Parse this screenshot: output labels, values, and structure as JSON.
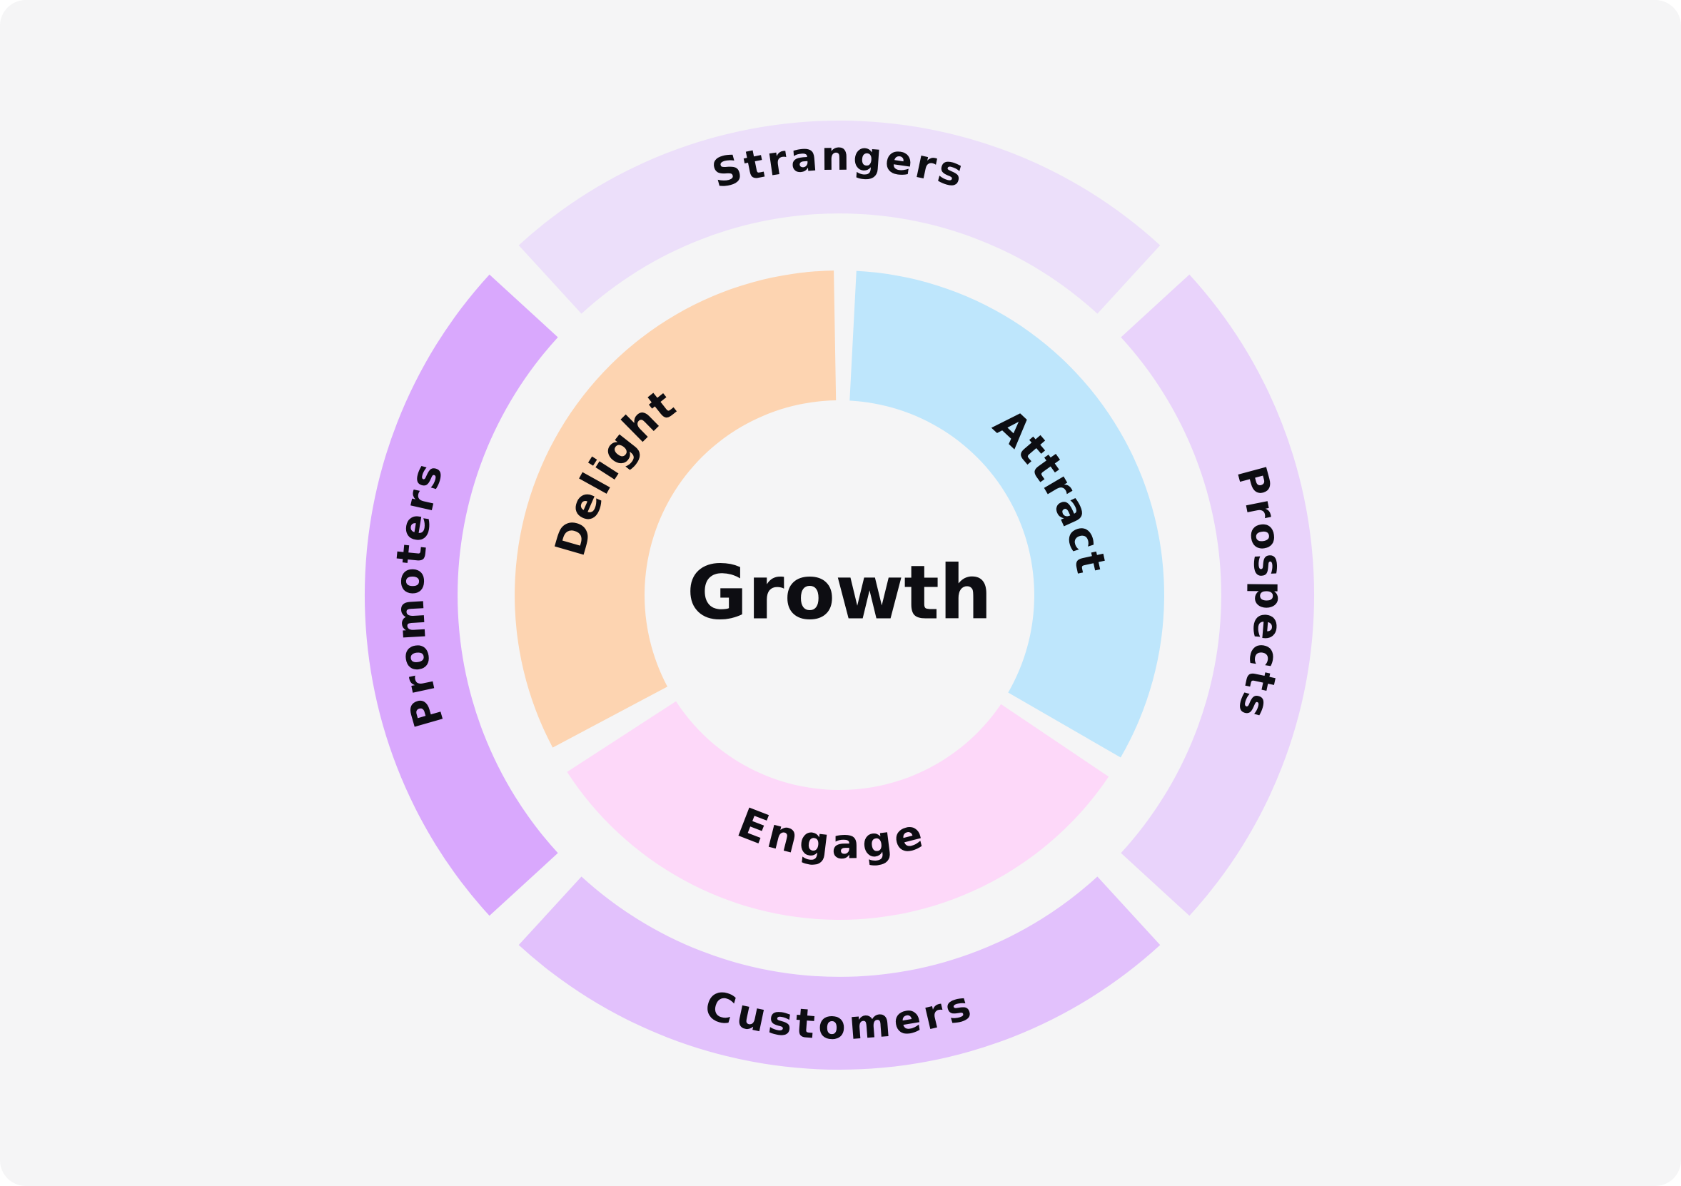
{
  "diagram": {
    "center_title": "Growth",
    "inner_segments": [
      {
        "id": "attract",
        "label": "Attract",
        "color": "#bee6fc"
      },
      {
        "id": "engage",
        "label": "Engage",
        "color": "#fdd8f9"
      },
      {
        "id": "delight",
        "label": "Delight",
        "color": "#fdd4b1"
      }
    ],
    "outer_segments": [
      {
        "id": "strangers",
        "label": "Strangers",
        "color": "#ecdffa"
      },
      {
        "id": "prospects",
        "label": "Prospects",
        "color": "#e9d3fb"
      },
      {
        "id": "customers",
        "label": "Customers",
        "color": "#e2c1fc"
      },
      {
        "id": "promoters",
        "label": "Promoters",
        "color": "#d9a8fd"
      }
    ],
    "background_color": "#f5f5f6"
  }
}
